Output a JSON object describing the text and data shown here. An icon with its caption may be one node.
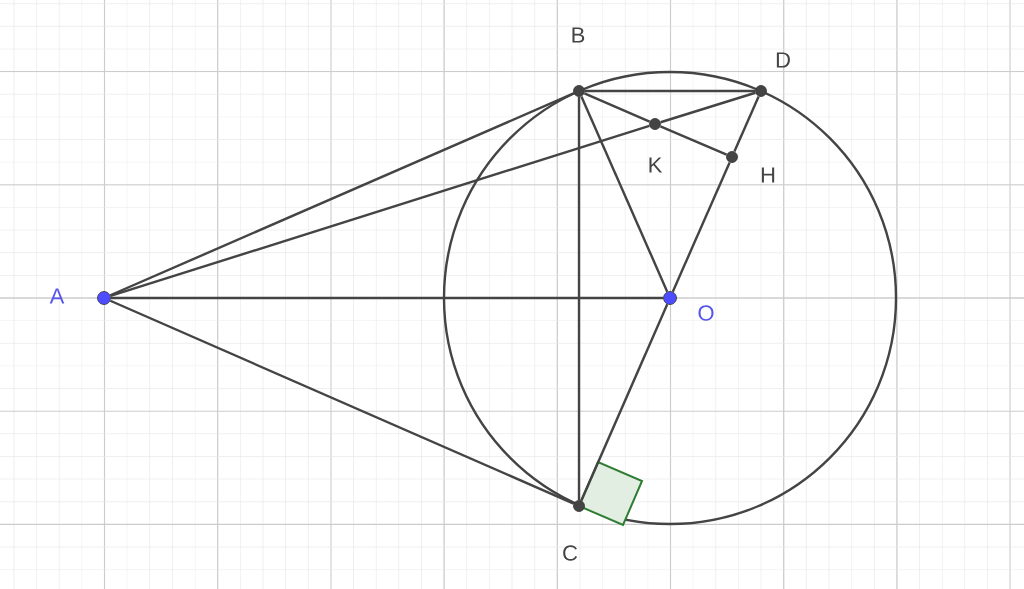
{
  "diagram": {
    "nodes": [
      {
        "text": [],
        "shape": "circle",
        "beside": [
          "B"
        ]
      },
      {
        "text": [],
        "shape": "circle",
        "beside": [
          "D"
        ]
      },
      {
        "text": [],
        "shape": "circle",
        "beside": [
          "K"
        ]
      },
      {
        "text": [],
        "shape": "circle",
        "beside": [
          "H"
        ]
      },
      {
        "text": [],
        "shape": "circle",
        "beside": [
          "A"
        ]
      },
      {
        "text": [],
        "shape": "circle",
        "beside": [
          "O"
        ]
      },
      {
        "text": [],
        "shape": "circle",
        "beside": [
          "C"
        ]
      }
    ],
    "edges": [
      {
        "from": 4,
        "to": 0,
        "arrow": "none"
      },
      {
        "from": 0,
        "to": 1,
        "arrow": "none"
      },
      {
        "from": 4,
        "to": 2,
        "arrow": "none"
      },
      {
        "from": 2,
        "to": 1,
        "arrow": "none"
      },
      {
        "from": 0,
        "to": 2,
        "arrow": "none"
      },
      {
        "from": 2,
        "to": 3,
        "arrow": "none"
      },
      {
        "from": 1,
        "to": 3,
        "arrow": "none"
      },
      {
        "from": 3,
        "to": 5,
        "arrow": "none"
      },
      {
        "from": 0,
        "to": 5,
        "arrow": "none"
      },
      {
        "from": 0,
        "to": 6,
        "arrow": "none"
      },
      {
        "from": 4,
        "to": 5,
        "arrow": "none"
      },
      {
        "from": 4,
        "to": 6,
        "arrow": "none"
      },
      {
        "from": 5,
        "to": 6,
        "arrow": "none"
      }
    ]
  }
}
